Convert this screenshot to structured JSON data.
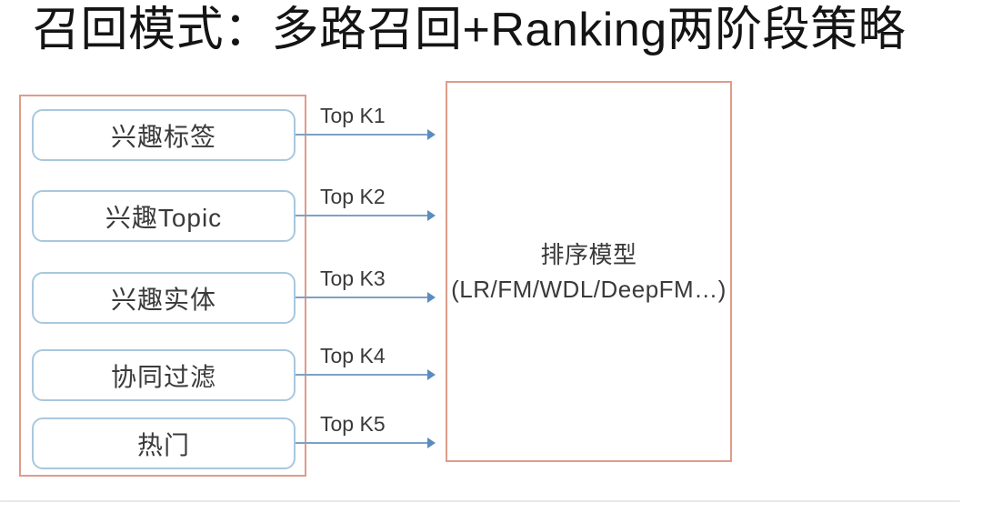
{
  "title": "召回模式：多路召回+Ranking两阶段策略",
  "colors": {
    "frame-border": "#df9c8a",
    "channel-border": "#a8c8de",
    "channel-fill": "#ffffff",
    "arrow-line": "#7ba1c6",
    "arrow-head": "#5b8cbe",
    "text-dark": "#3a3a3a",
    "title-color": "#141414",
    "divider": "#e8e8e8",
    "background": "#ffffff"
  },
  "recall": {
    "channels": [
      "兴趣标签",
      "兴趣Topic",
      "兴趣实体",
      "协同过滤",
      "热门"
    ]
  },
  "arrows": [
    "Top K1",
    "Top K2",
    "Top K3",
    "Top K4",
    "Top K5"
  ],
  "ranking": {
    "line1": "排序模型",
    "line2": "(LR/FM/WDL/DeepFM…)"
  }
}
